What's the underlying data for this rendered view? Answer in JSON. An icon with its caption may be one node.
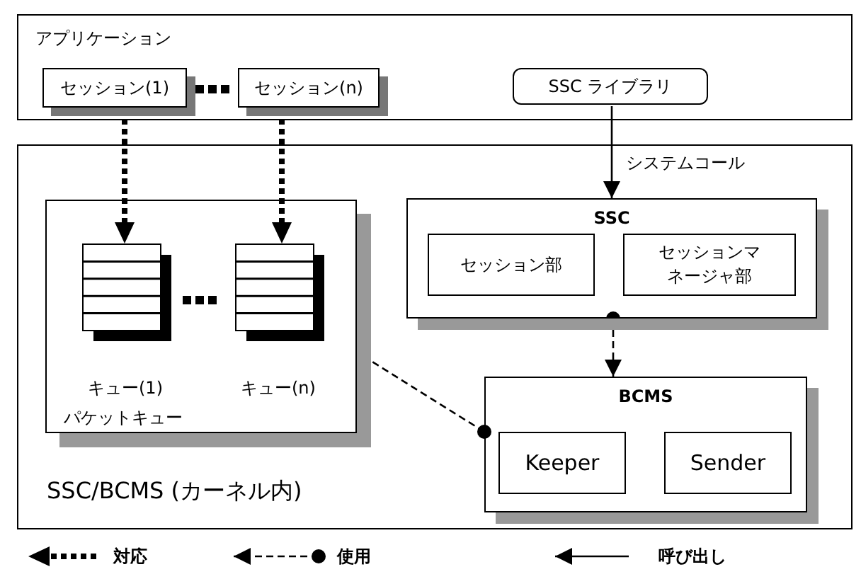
{
  "diagram": {
    "nodes": [
      {
        "text": [
          "アプリケーション"
        ]
      },
      {
        "text": [
          "セッション(1)"
        ],
        "in": 0
      },
      {
        "text": [
          "セッション(n)"
        ],
        "in": 0
      },
      {
        "text": [
          "SSC ライブラリ"
        ],
        "in": 0
      },
      {
        "text": [
          "SSC/BCMS (カーネル内)"
        ]
      },
      {
        "text": [
          "パケットキュー"
        ],
        "in": 4
      },
      {
        "text": [
          "キュー(1)"
        ],
        "in": 5
      },
      {
        "text": [
          "キュー(n)"
        ],
        "in": 5
      },
      {
        "text": [
          "SSC"
        ],
        "in": 4
      },
      {
        "text": [
          "セッション部"
        ],
        "in": 8
      },
      {
        "text": [
          "セッションマネージャ部"
        ],
        "in": 8
      },
      {
        "text": [
          "BCMS"
        ],
        "in": 4
      },
      {
        "text": [
          "Keeper"
        ],
        "in": 11
      },
      {
        "text": [
          "Sender"
        ],
        "in": 11
      }
    ],
    "edges": [
      {
        "from": 1,
        "to": 6,
        "arrow": "to",
        "style": "thick"
      },
      {
        "from": 2,
        "to": 7,
        "arrow": "to",
        "style": "thick"
      },
      {
        "from": 3,
        "to": 8,
        "arrow": "to",
        "label": "システムコール"
      },
      {
        "from": 8,
        "to": 11,
        "arrow": "to",
        "style": "dashed"
      },
      {
        "from": 11,
        "to": 5,
        "arrow": "other",
        "style": "dashed"
      }
    ],
    "legend": [
      {
        "text": "対応"
      },
      {
        "text": "使用"
      },
      {
        "text": "呼び出し"
      }
    ]
  }
}
